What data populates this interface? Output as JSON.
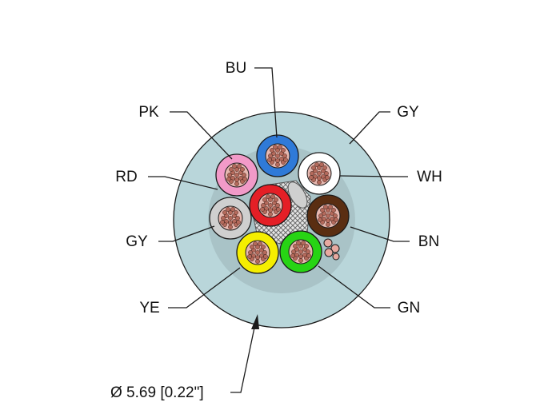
{
  "conductors": [
    {
      "id": "BU",
      "label": "BU",
      "color": "#2f7ad8"
    },
    {
      "id": "PK",
      "label": "PK",
      "color": "#f29ac8"
    },
    {
      "id": "GY_outer",
      "label": "GY",
      "color": "#b9d6da"
    },
    {
      "id": "WH",
      "label": "WH",
      "color": "#ffffff"
    },
    {
      "id": "RD",
      "label": "RD",
      "color": "#e41f26"
    },
    {
      "id": "GY_inner",
      "label": "GY",
      "color": "#cfcfcf"
    },
    {
      "id": "BN",
      "label": "BN",
      "color": "#5a2e12"
    },
    {
      "id": "YE",
      "label": "YE",
      "color": "#f5ee00"
    },
    {
      "id": "GN",
      "label": "GN",
      "color": "#27d414"
    }
  ],
  "dimension": {
    "label": "Ø 5.69 [0.22\"]"
  },
  "colors": {
    "jacket": "#b9d6da",
    "copper": "#b46a5c",
    "shield": "#8a8a8a",
    "outline": "#1a1a1a"
  }
}
